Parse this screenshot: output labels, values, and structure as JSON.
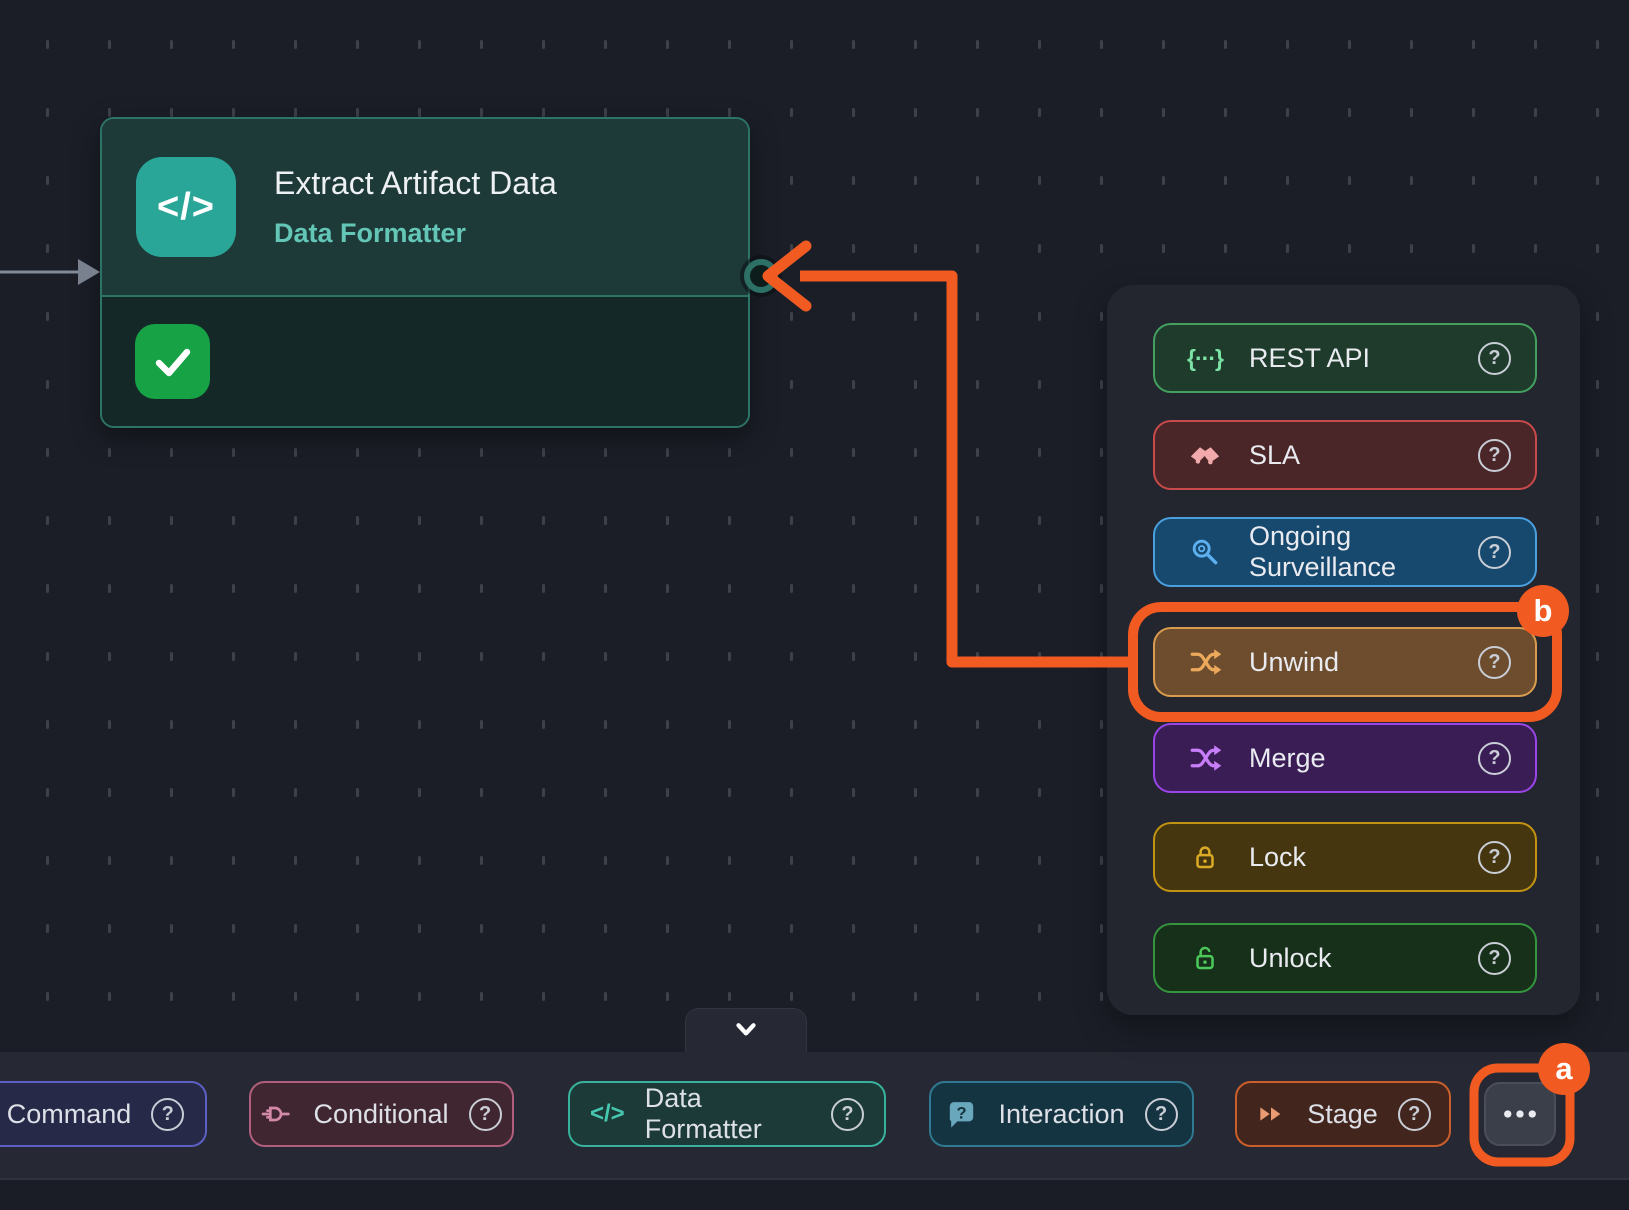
{
  "colors": {
    "annotation_orange": "#f15b22",
    "canvas_bg": "#1b1e27",
    "node_accent": "#2aa698",
    "node_subtitle": "#63c6b6",
    "success_green": "#16a245"
  },
  "node": {
    "title": "Extract Artifact Data",
    "subtitle": "Data Formatter",
    "icon": "code-icon",
    "status_icon": "check-icon"
  },
  "menu": {
    "help_symbol": "?",
    "items": [
      {
        "id": "rest-api",
        "label": "REST API",
        "icon": "braces-icon",
        "bg": "#1e3b2b",
        "border": "#44a05e",
        "icon_color": "#7be3a4"
      },
      {
        "id": "sla",
        "label": "SLA",
        "icon": "handshake-icon",
        "bg": "#4a2628",
        "border": "#c94a4a",
        "icon_color": "#f2a9ab"
      },
      {
        "id": "ongoing-surveillance",
        "label": "Ongoing Surveillance",
        "icon": "magnifier-icon",
        "bg": "#17486d",
        "border": "#4aa0dd",
        "icon_color": "#5db0ef"
      },
      {
        "id": "unwind",
        "label": "Unwind",
        "icon": "split-icon",
        "bg": "#6d4d2d",
        "border": "#d99b4e",
        "icon_color": "#eca95c"
      },
      {
        "id": "merge",
        "label": "Merge",
        "icon": "split-icon",
        "bg": "#3a1d55",
        "border": "#9945e8",
        "icon_color": "#c87ef8"
      },
      {
        "id": "lock",
        "label": "Lock",
        "icon": "lock-icon",
        "bg": "#463610",
        "border": "#c29312",
        "icon_color": "#dcab26"
      },
      {
        "id": "unlock",
        "label": "Unlock",
        "icon": "unlock-icon",
        "bg": "#173019",
        "border": "#35953f",
        "icon_color": "#4cc95a"
      }
    ]
  },
  "toolbar": {
    "help_symbol": "?",
    "items": [
      {
        "id": "command",
        "label": "Command",
        "icon": null,
        "bg": "#262947",
        "border": "#5c60c4",
        "icon_color": ""
      },
      {
        "id": "conditional",
        "label": "Conditional",
        "icon": "plug-icon",
        "bg": "#402630",
        "border": "#b25f7e",
        "icon_color": "#d389a8"
      },
      {
        "id": "data-formatter",
        "label": "Data Formatter",
        "icon": "code-icon",
        "bg": "#1c3a37",
        "border": "#38b29c",
        "icon_color": "#46c7b0"
      },
      {
        "id": "interaction",
        "label": "Interaction",
        "icon": "chat-icon",
        "bg": "#153441",
        "border": "#2f7a92",
        "icon_color": "#69a7bd"
      },
      {
        "id": "stage",
        "label": "Stage",
        "icon": "fast-forward-icon",
        "bg": "#42251d",
        "border": "#cb5f2b",
        "icon_color": "#eb9b72"
      },
      {
        "id": "more",
        "label": "",
        "icon": "ellipsis-icon",
        "bg": "#3b3f4a",
        "border": "#4a4e58",
        "icon_color": "#e9ebf0"
      }
    ]
  },
  "annotations": {
    "badge_a": "a",
    "badge_b": "b"
  }
}
